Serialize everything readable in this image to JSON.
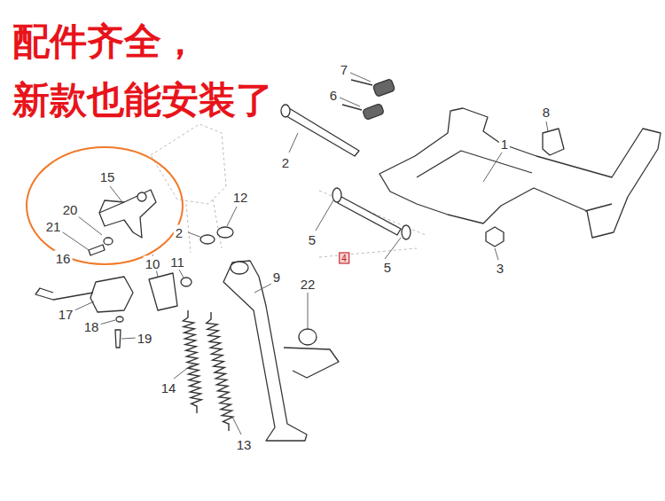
{
  "diagram": {
    "title": "配件齐全， 新款也能安装了",
    "labels": [
      "7",
      "6",
      "2",
      "8",
      "1",
      "15",
      "12",
      "20",
      "21",
      "2",
      "5",
      "4",
      "5",
      "3",
      "16",
      "10",
      "11",
      "9",
      "22",
      "17",
      "18",
      "19",
      "14",
      "13"
    ]
  }
}
